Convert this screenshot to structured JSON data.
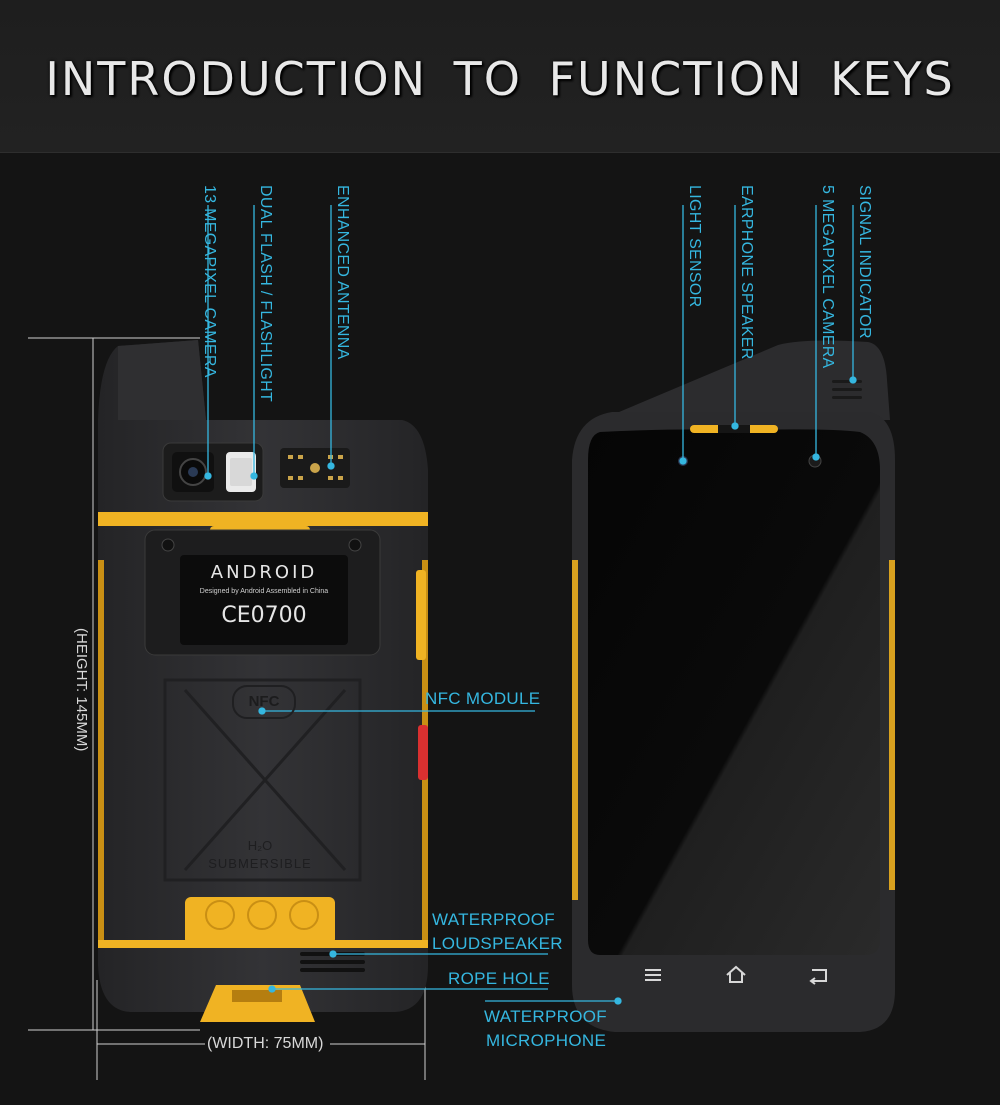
{
  "title": "INTRODUCTION TO FUNCTION KEYS",
  "labels": {
    "camera_13mp": "13 MEGAPIXEL CAMERA",
    "dual_flash": "DUAL FLASH / FLASHLIGHT",
    "antenna": "ENHANCED ANTENNA",
    "light_sensor": "LIGHT SENSOR",
    "earphone_speaker": "EARPHONE SPEAKER",
    "camera_5mp": "5 MEGAPIXEL CAMERA",
    "signal_indicator": "SIGNAL INDICATOR",
    "nfc_module": "NFC MODULE",
    "loudspeaker_line1": "WATERPROOF",
    "loudspeaker_line2": "LOUDSPEAKER",
    "rope_hole": "ROPE HOLE",
    "microphone_line1": "WATERPROOF",
    "microphone_line2": "MICROPHONE"
  },
  "dimensions": {
    "height": "(HEIGHT: 145MM)",
    "width": "(WIDTH: 75MM)"
  },
  "phone_back": {
    "brand": "ANDROID",
    "assembled": "Designed by Android Assembled in China",
    "cert": "CE0700",
    "nfc": "NFC",
    "h2o": "H₂O",
    "submersible": "SUBMERSIBLE"
  },
  "colors": {
    "accent": "#35b7e0",
    "body_yellow": "#f0b323",
    "body_dark": "#2b2b2d"
  }
}
